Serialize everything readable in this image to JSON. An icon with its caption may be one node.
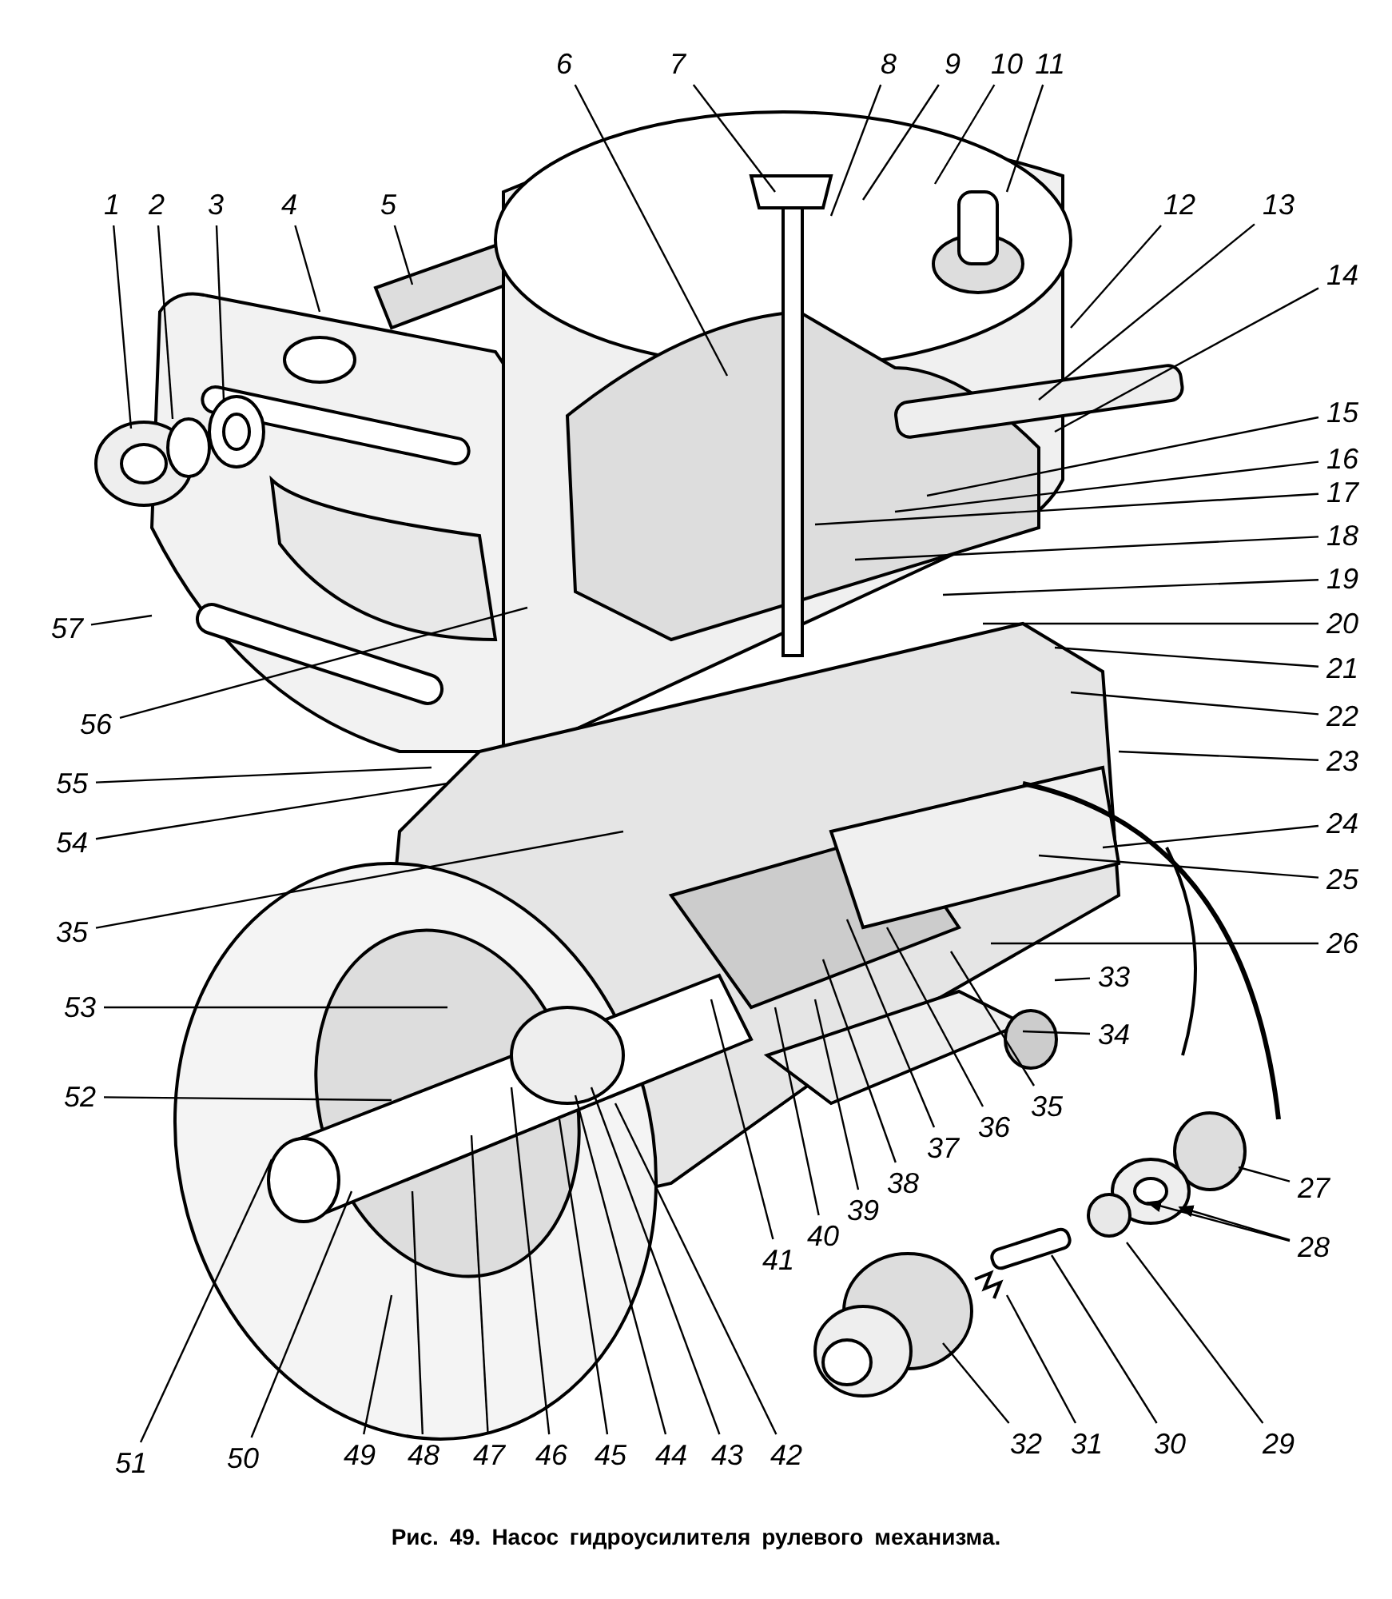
{
  "diagram": {
    "caption": "Рис. 49. Насос гидроусилителя рулевого механизма.",
    "nodes": [
      {
        "text": [
          "1"
        ]
      },
      {
        "text": [
          "2"
        ]
      },
      {
        "text": [
          "3"
        ]
      },
      {
        "text": [
          "4"
        ]
      },
      {
        "text": [
          "5"
        ]
      },
      {
        "text": [
          "6"
        ]
      },
      {
        "text": [
          "7"
        ]
      },
      {
        "text": [
          "8"
        ]
      },
      {
        "text": [
          "9"
        ]
      },
      {
        "text": [
          "10"
        ]
      },
      {
        "text": [
          "11"
        ]
      },
      {
        "text": [
          "12"
        ]
      },
      {
        "text": [
          "13"
        ]
      },
      {
        "text": [
          "14"
        ]
      },
      {
        "text": [
          "15"
        ]
      },
      {
        "text": [
          "16"
        ]
      },
      {
        "text": [
          "17"
        ]
      },
      {
        "text": [
          "18"
        ]
      },
      {
        "text": [
          "19"
        ]
      },
      {
        "text": [
          "20"
        ]
      },
      {
        "text": [
          "21"
        ]
      },
      {
        "text": [
          "22"
        ]
      },
      {
        "text": [
          "23"
        ]
      },
      {
        "text": [
          "24"
        ]
      },
      {
        "text": [
          "25"
        ]
      },
      {
        "text": [
          "26"
        ]
      },
      {
        "text": [
          "27"
        ]
      },
      {
        "text": [
          "28"
        ]
      },
      {
        "text": [
          "29"
        ]
      },
      {
        "text": [
          "30"
        ]
      },
      {
        "text": [
          "31"
        ]
      },
      {
        "text": [
          "32"
        ]
      },
      {
        "text": [
          "33"
        ]
      },
      {
        "text": [
          "34"
        ]
      },
      {
        "text": [
          "35"
        ]
      },
      {
        "text": [
          "36"
        ]
      },
      {
        "text": [
          "37"
        ]
      },
      {
        "text": [
          "38"
        ]
      },
      {
        "text": [
          "39"
        ]
      },
      {
        "text": [
          "40"
        ]
      },
      {
        "text": [
          "41"
        ]
      },
      {
        "text": [
          "42"
        ]
      },
      {
        "text": [
          "43"
        ]
      },
      {
        "text": [
          "44"
        ]
      },
      {
        "text": [
          "45"
        ]
      },
      {
        "text": [
          "46"
        ]
      },
      {
        "text": [
          "47"
        ]
      },
      {
        "text": [
          "48"
        ]
      },
      {
        "text": [
          "49"
        ]
      },
      {
        "text": [
          "50"
        ]
      },
      {
        "text": [
          "51"
        ]
      },
      {
        "text": [
          "52"
        ]
      },
      {
        "text": [
          "53"
        ]
      },
      {
        "text": [
          "54"
        ]
      },
      {
        "text": [
          "55"
        ]
      },
      {
        "text": [
          "56"
        ]
      },
      {
        "text": [
          "57"
        ]
      },
      {
        "text": [
          "35"
        ]
      }
    ],
    "edges": [
      {
        "from": 0,
        "to": null,
        "arrow": "none"
      },
      {
        "from": 1,
        "to": null,
        "arrow": "none"
      },
      {
        "from": 2,
        "to": null,
        "arrow": "none"
      },
      {
        "from": 3,
        "to": null,
        "arrow": "none"
      },
      {
        "from": 4,
        "to": null,
        "arrow": "none"
      },
      {
        "from": 5,
        "to": null,
        "arrow": "none"
      },
      {
        "from": 6,
        "to": null,
        "arrow": "none"
      },
      {
        "from": 7,
        "to": null,
        "arrow": "none"
      },
      {
        "from": 8,
        "to": null,
        "arrow": "none"
      },
      {
        "from": 9,
        "to": null,
        "arrow": "none"
      },
      {
        "from": 10,
        "to": null,
        "arrow": "none"
      },
      {
        "from": 11,
        "to": null,
        "arrow": "none"
      },
      {
        "from": 12,
        "to": null,
        "arrow": "none"
      },
      {
        "from": 13,
        "to": null,
        "arrow": "none"
      },
      {
        "from": 14,
        "to": null,
        "arrow": "none"
      },
      {
        "from": 15,
        "to": null,
        "arrow": "none"
      },
      {
        "from": 16,
        "to": null,
        "arrow": "none"
      },
      {
        "from": 17,
        "to": null,
        "arrow": "none"
      },
      {
        "from": 18,
        "to": null,
        "arrow": "none"
      },
      {
        "from": 19,
        "to": null,
        "arrow": "none"
      },
      {
        "from": 20,
        "to": null,
        "arrow": "none"
      },
      {
        "from": 21,
        "to": null,
        "arrow": "none"
      },
      {
        "from": 22,
        "to": null,
        "arrow": "none"
      },
      {
        "from": 23,
        "to": null,
        "arrow": "none"
      },
      {
        "from": 24,
        "to": null,
        "arrow": "none"
      },
      {
        "from": 25,
        "to": null,
        "arrow": "none"
      },
      {
        "from": 26,
        "to": null,
        "arrow": "none"
      },
      {
        "from": 27,
        "to": null,
        "arrow": "to"
      },
      {
        "from": 28,
        "to": null,
        "arrow": "none"
      },
      {
        "from": 29,
        "to": null,
        "arrow": "none"
      },
      {
        "from": 30,
        "to": null,
        "arrow": "none"
      },
      {
        "from": 31,
        "to": null,
        "arrow": "none"
      },
      {
        "from": 32,
        "to": null,
        "arrow": "none"
      },
      {
        "from": 33,
        "to": null,
        "arrow": "none"
      },
      {
        "from": 34,
        "to": null,
        "arrow": "none"
      },
      {
        "from": 35,
        "to": null,
        "arrow": "none"
      },
      {
        "from": 36,
        "to": null,
        "arrow": "none"
      },
      {
        "from": 37,
        "to": null,
        "arrow": "none"
      },
      {
        "from": 38,
        "to": null,
        "arrow": "none"
      },
      {
        "from": 39,
        "to": null,
        "arrow": "none"
      },
      {
        "from": 40,
        "to": null,
        "arrow": "none"
      },
      {
        "from": 41,
        "to": null,
        "arrow": "none"
      },
      {
        "from": 42,
        "to": null,
        "arrow": "none"
      },
      {
        "from": 43,
        "to": null,
        "arrow": "none"
      },
      {
        "from": 44,
        "to": null,
        "arrow": "none"
      },
      {
        "from": 45,
        "to": null,
        "arrow": "none"
      },
      {
        "from": 46,
        "to": null,
        "arrow": "none"
      },
      {
        "from": 47,
        "to": null,
        "arrow": "none"
      },
      {
        "from": 48,
        "to": null,
        "arrow": "none"
      },
      {
        "from": 49,
        "to": null,
        "arrow": "none"
      },
      {
        "from": 50,
        "to": null,
        "arrow": "none"
      },
      {
        "from": 51,
        "to": null,
        "arrow": "none"
      },
      {
        "from": 52,
        "to": null,
        "arrow": "none"
      },
      {
        "from": 53,
        "to": null,
        "arrow": "none"
      },
      {
        "from": 54,
        "to": null,
        "arrow": "none"
      },
      {
        "from": 55,
        "to": null,
        "arrow": "none"
      },
      {
        "from": 56,
        "to": null,
        "arrow": "none"
      },
      {
        "from": 57,
        "to": null,
        "arrow": "none"
      },
      {
        "from": 27,
        "to": null,
        "arrow": "to"
      }
    ]
  }
}
